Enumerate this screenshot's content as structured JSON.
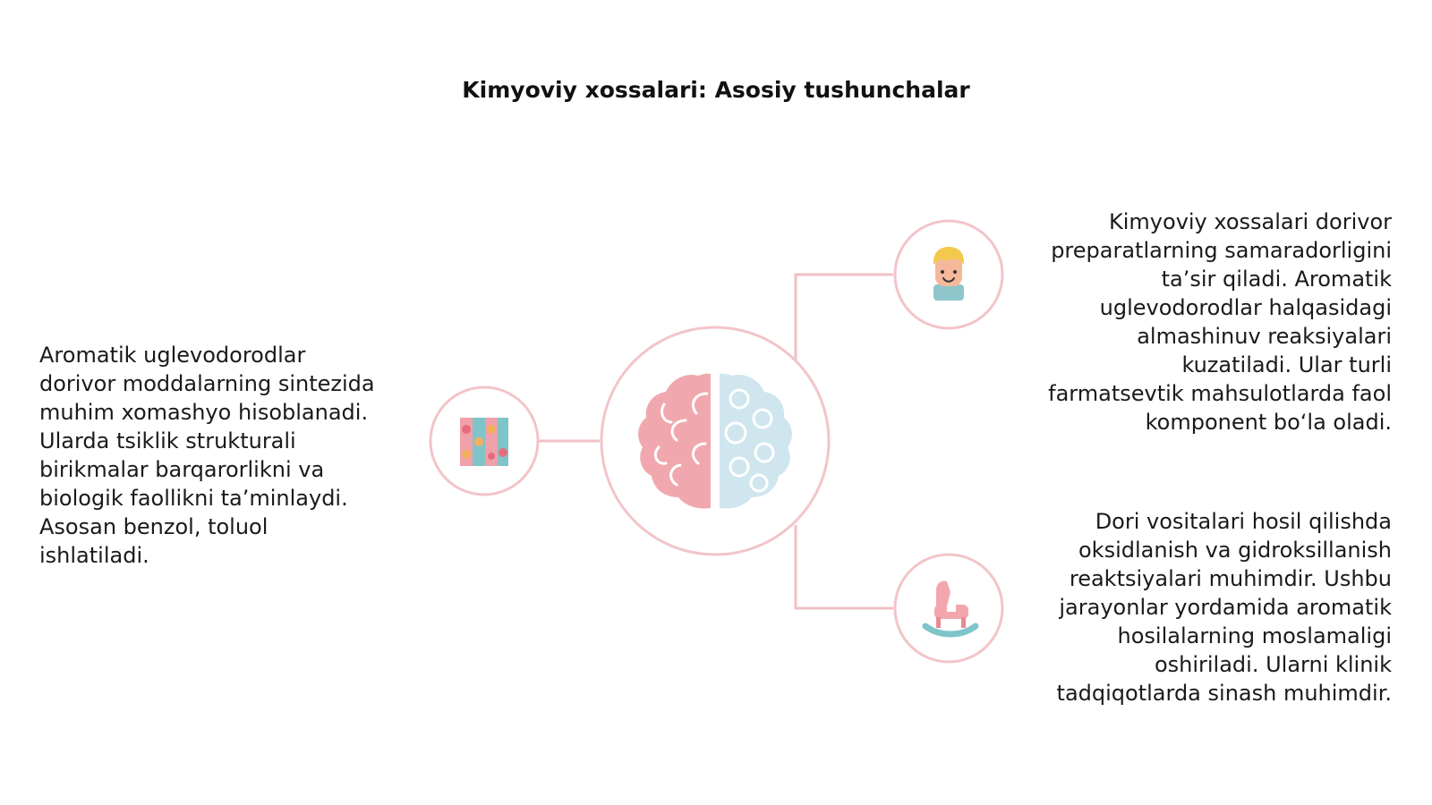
{
  "title": "Kimyoviy xossalari: Asosiy tushunchalar",
  "blocks": {
    "left": "Aromatik uglevodorodlar dorivor moddalarning sintezida muhim xomashyo hisoblanadi. Ularda tsiklik strukturali birikmalar barqarorlikni va biologik faollikni ta’minlaydi. Asosan benzol, toluol ishlatiladi.",
    "right_top": "Kimyoviy xossalari dorivor preparatlarning samaradorligini ta’sir qiladi. Aromatik uglevodorodlar halqasidagi almashinuv reaksiyalari kuzatiladi. Ular turli farmatsevtik mahsulotlarda faol komponent bo‘la oladi.",
    "right_bottom": "Dori vositalari hosil qilishda oksidlanish va gidroksillanish reaktsiyalari muhimdir. Ushbu jarayonlar yordamida aromatik hosilalarning moslamaligi oshiriladi. Ularni klinik tadqiqotlarda sinash muhimdir."
  },
  "icons": {
    "center": "brain-icon",
    "left": "puzzle-blocks-icon",
    "right_top": "child-face-icon",
    "right_bottom": "rocking-horse-icon"
  },
  "colors": {
    "ring": "#f2c4c8",
    "connector": "#f0c0c5",
    "brain_left": "#f0a8ae",
    "brain_right": "#cfe6ee"
  }
}
